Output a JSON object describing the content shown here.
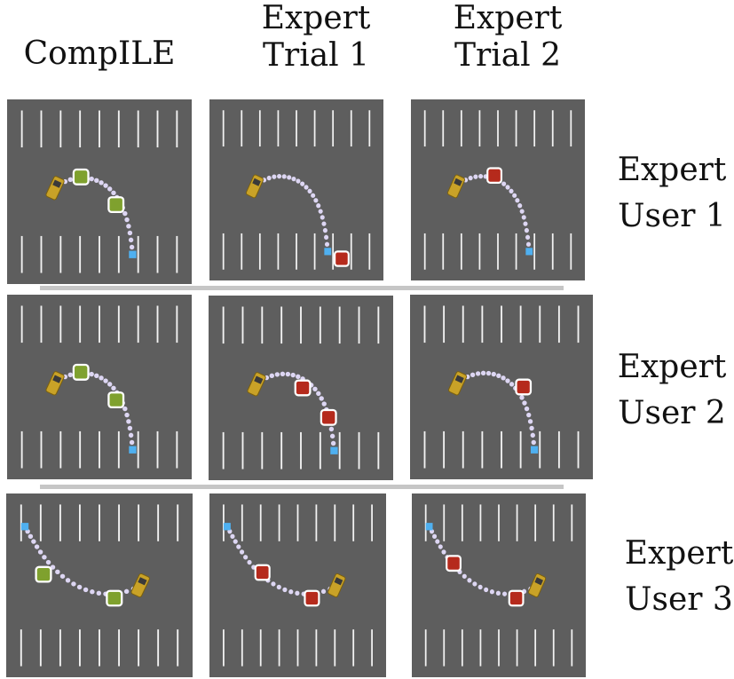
{
  "headers": {
    "col1": "CompILE",
    "col2_line1": "Expert",
    "col2_line2": "Trial 1",
    "col3_line1": "Expert",
    "col3_line2": "Trial 2"
  },
  "rows": [
    {
      "line1": "Expert",
      "line2": "User 1"
    },
    {
      "line1": "Expert",
      "line2": "User 2"
    },
    {
      "line1": "Expert",
      "line2": "User 3"
    }
  ],
  "colors": {
    "lot": "#5e5e5e",
    "stripe": "#f2f2f2",
    "path_dot": "#ddd6f3",
    "compile_marker": "#7fa12e",
    "expert_marker": "#b52a1c",
    "goal": "#4fb0f0",
    "car": "#c9a227",
    "divider": "#c6c6c6"
  },
  "icons": [
    "car-icon",
    "goal-marker-icon",
    "segment-marker-icon"
  ]
}
